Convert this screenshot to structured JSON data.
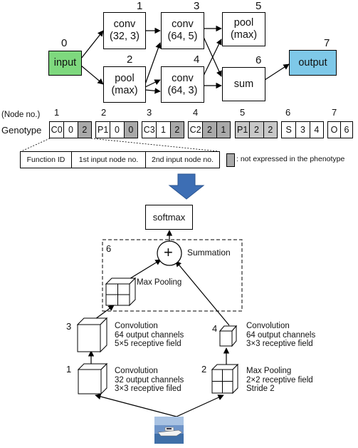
{
  "graph": {
    "nodes": {
      "input": {
        "label": "input",
        "id": "0",
        "color": "#7ed87e"
      },
      "conv1": {
        "line1": "conv",
        "line2": "(32, 3)",
        "id": "1"
      },
      "conv3": {
        "line1": "conv",
        "line2": "(64, 5)",
        "id": "3"
      },
      "pool5": {
        "line1": "pool",
        "line2": "(max)",
        "id": "5"
      },
      "pool2": {
        "line1": "pool",
        "line2": "(max)",
        "id": "2"
      },
      "conv4": {
        "line1": "conv",
        "line2": "(64, 3)",
        "id": "4"
      },
      "sum6": {
        "label": "sum",
        "id": "6"
      },
      "output": {
        "label": "output",
        "id": "7",
        "color": "#7ec8e8"
      }
    }
  },
  "genotype": {
    "node_no_label": "(Node no.)",
    "genotype_label": "Genotype",
    "blocks": [
      {
        "node": "1",
        "cells": [
          "C0",
          "0",
          "2"
        ],
        "gray": [
          false,
          false,
          true
        ],
        "shaded": false
      },
      {
        "node": "2",
        "cells": [
          "P1",
          "0",
          "0"
        ],
        "gray": [
          false,
          false,
          true
        ],
        "shaded": false
      },
      {
        "node": "3",
        "cells": [
          "C3",
          "1",
          "2"
        ],
        "gray": [
          false,
          false,
          true
        ],
        "shaded": false
      },
      {
        "node": "4",
        "cells": [
          "C2",
          "2",
          "1"
        ],
        "gray": [
          false,
          true,
          true
        ],
        "shaded": false
      },
      {
        "node": "5",
        "cells": [
          "P1",
          "2",
          "2"
        ],
        "gray": [
          false,
          false,
          false
        ],
        "shaded": true
      },
      {
        "node": "6",
        "cells": [
          "S",
          "3",
          "4"
        ],
        "gray": [
          false,
          false,
          false
        ],
        "shaded": false
      },
      {
        "node": "7",
        "cells": [
          "O",
          "6"
        ],
        "gray": [
          false,
          false
        ],
        "shaded": false
      }
    ]
  },
  "legend": {
    "function_id": "Function ID",
    "first_input": "1st input node no.",
    "second_input": "2nd input node no.",
    "not_expressed": ": not expressed in the phenotype"
  },
  "arrow_color": "#3d6eb4",
  "phenotype": {
    "softmax": "softmax",
    "summation_id": "6",
    "summation_label": "Summation",
    "summation_symbol": "+",
    "maxpool_label": "Max Pooling",
    "blocks": [
      {
        "id": "3",
        "lines": [
          "Convolution",
          "64 output channels",
          "5×5 receptive field"
        ]
      },
      {
        "id": "4",
        "lines": [
          "Convolution",
          "64 output channels",
          "3×3 receptive field"
        ]
      },
      {
        "id": "1",
        "lines": [
          "Convolution",
          "32 output channels",
          "3×3 receptive filed"
        ]
      },
      {
        "id": "2",
        "lines": [
          "Max Pooling",
          "2×2 receptive field",
          "Stride  2"
        ]
      }
    ]
  }
}
